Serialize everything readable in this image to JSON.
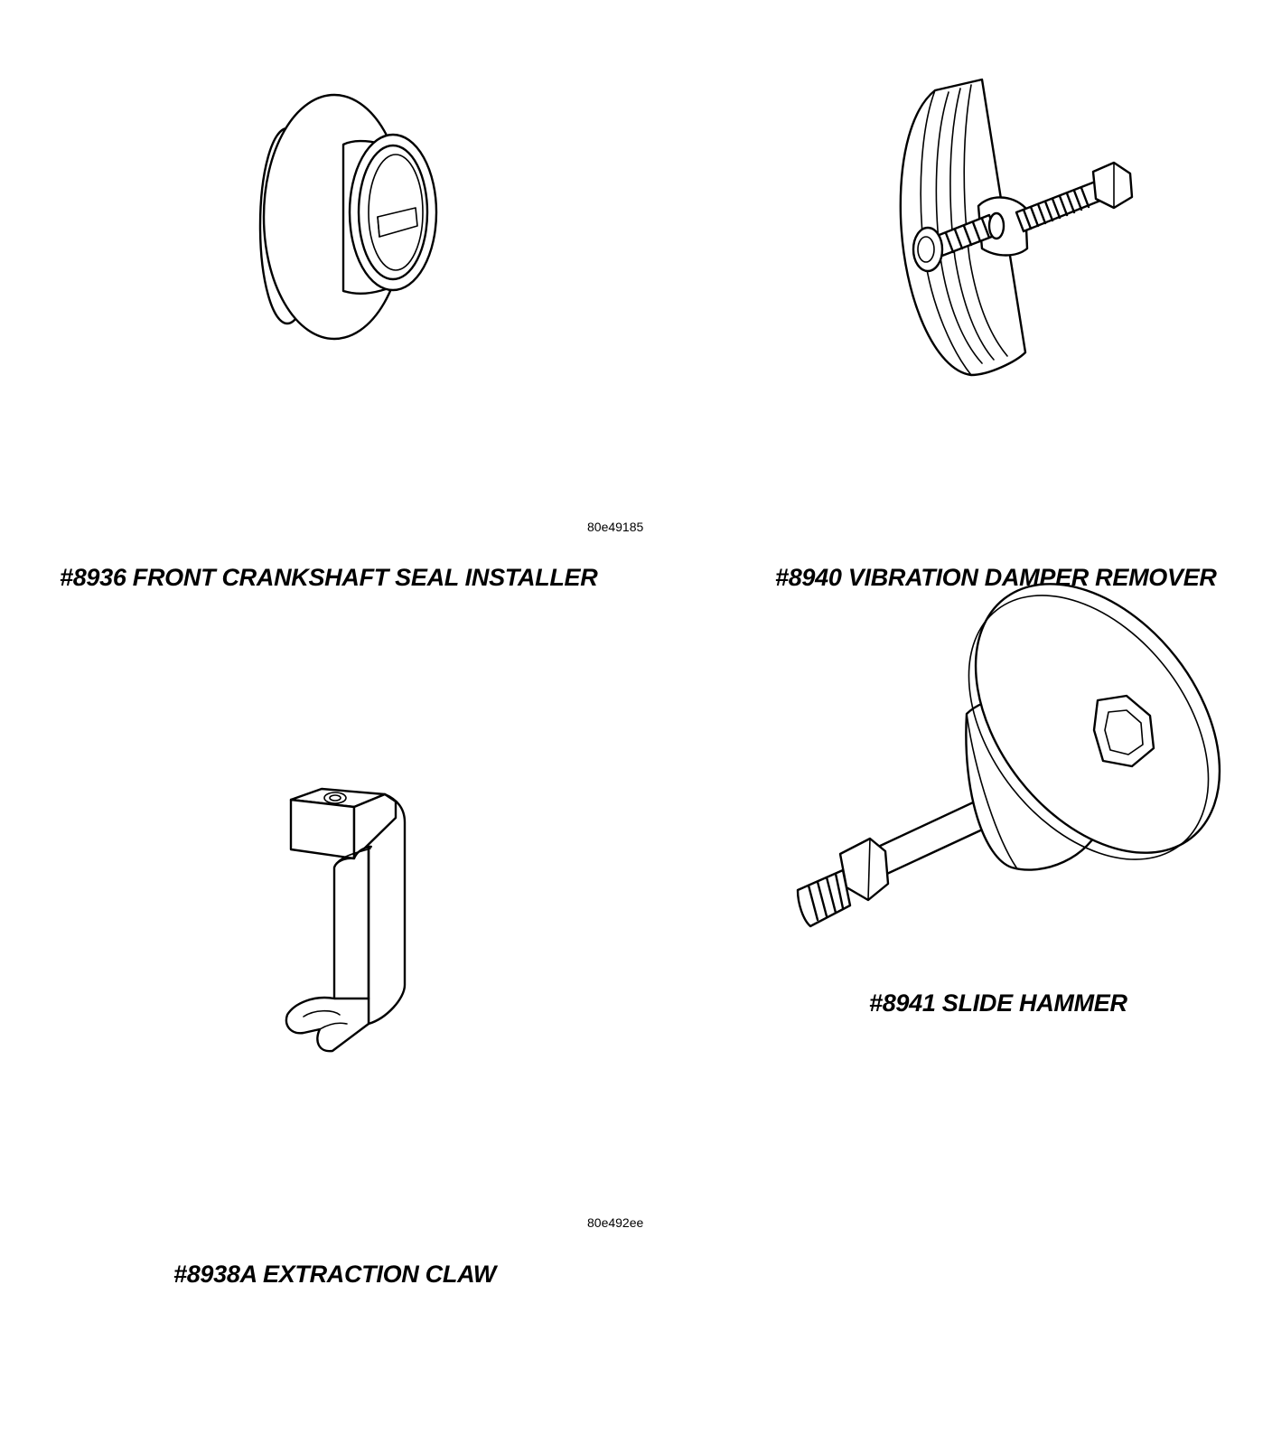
{
  "figures": [
    {
      "id": "80e49185",
      "tools": [
        {
          "label": "#8936 FRONT CRANKSHAFT SEAL INSTALLER",
          "icon": "seal-installer-illustration"
        },
        {
          "label": "#8940 VIBRATION DAMPER REMOVER",
          "icon": "damper-remover-illustration"
        }
      ]
    },
    {
      "id": "80e492ee",
      "tools": [
        {
          "label": "#8938A EXTRACTION CLAW",
          "icon": "extraction-claw-illustration"
        },
        {
          "label": "#8941 SLIDE HAMMER",
          "icon": "slide-hammer-illustration"
        }
      ]
    }
  ]
}
